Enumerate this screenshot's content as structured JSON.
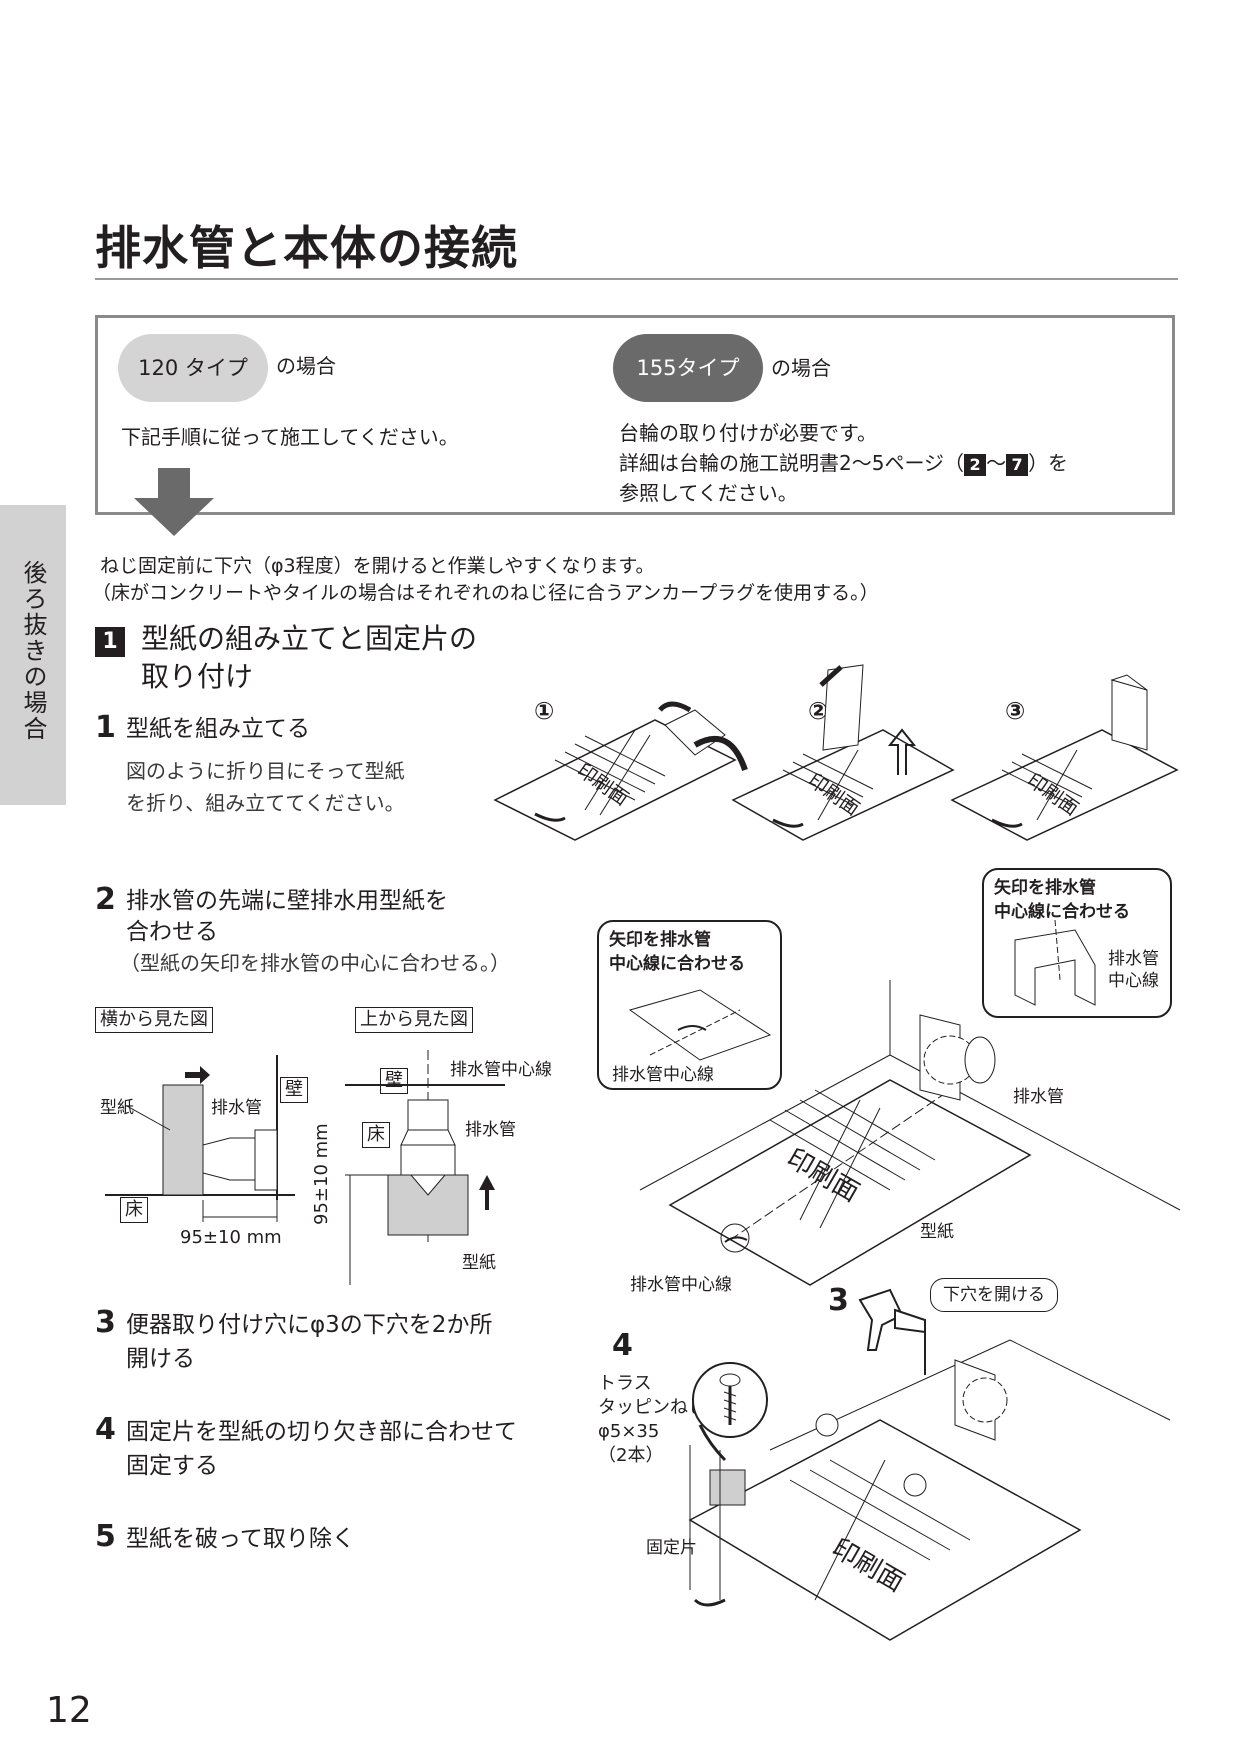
{
  "page": {
    "title": "排水管と本体の接続",
    "side_tab": "後ろ抜きの場合",
    "page_number": "12"
  },
  "types": {
    "type120": {
      "pill_label": "120 タイプ",
      "suffix": "の場合",
      "text": "下記手順に従って施工してください。"
    },
    "type155": {
      "pill_label": "155タイプ",
      "suffix": "の場合",
      "line1": "台輪の取り付けが必要です。",
      "line2_a": "詳細は台輪の施工説明書2〜5ページ（",
      "badge_from": "2",
      "line2_sep": "〜",
      "badge_to": "7",
      "line2_b": "）を",
      "line3": "参照してください。"
    }
  },
  "note": {
    "line1": "ねじ固定前に下穴（φ3程度）を開けると作業しやすくなります。",
    "line2": "（床がコンクリートやタイルの場合はそれぞれのねじ径に合うアンカープラグを使用する。）"
  },
  "section": {
    "badge": "1",
    "title_line1": "型紙の組み立てと固定片の",
    "title_line2": "取り付け"
  },
  "steps": [
    {
      "num": "1",
      "title": "型紙を組み立てる",
      "sub1": "図のように折り目にそって型紙",
      "sub2": "を折り、組み立ててください。"
    },
    {
      "num": "2",
      "title": "排水管の先端に壁排水用型紙を",
      "title2": "合わせる",
      "sub1": "（型紙の矢印を排水管の中心に合わせる。）"
    },
    {
      "num": "3",
      "title": "便器取り付け穴にφ3の下穴を2か所",
      "title2": "開ける"
    },
    {
      "num": "4",
      "title": "固定片を型紙の切り欠き部に合わせて",
      "title2": "固定する"
    },
    {
      "num": "5",
      "title": "型紙を破って取り除く"
    }
  ],
  "fold_steps": [
    "①",
    "②",
    "③"
  ],
  "print_face": "印刷面",
  "side_view": {
    "label": "横から見た図",
    "katagami": "型紙",
    "pipe": "排水管",
    "wall": "壁",
    "floor": "床",
    "dim": "95±10 mm"
  },
  "top_view": {
    "label": "上から見た図",
    "wall": "壁",
    "floor": "床",
    "centerline": "排水管中心線",
    "pipe": "排水管",
    "katagami": "型紙",
    "dim": "95±10 mm"
  },
  "iso": {
    "bubble_left_1": "矢印を排水管",
    "bubble_left_2": "中心線に合わせる",
    "bubble_left_caption": "排水管中心線",
    "bubble_right_1": "矢印を排水管",
    "bubble_right_2": "中心線に合わせる",
    "bubble_right_cap1": "排水管",
    "bubble_right_cap2": "中心線",
    "pipe": "排水管",
    "katagami": "型紙",
    "centerline": "排水管中心線"
  },
  "install": {
    "step3": "3",
    "step4": "4",
    "drill_bubble": "下穴を開ける",
    "screw_1": "トラス",
    "screw_2": "タッピンねじ",
    "screw_3": "φ5×35",
    "screw_4": "（2本）",
    "fixing_piece": "固定片"
  }
}
